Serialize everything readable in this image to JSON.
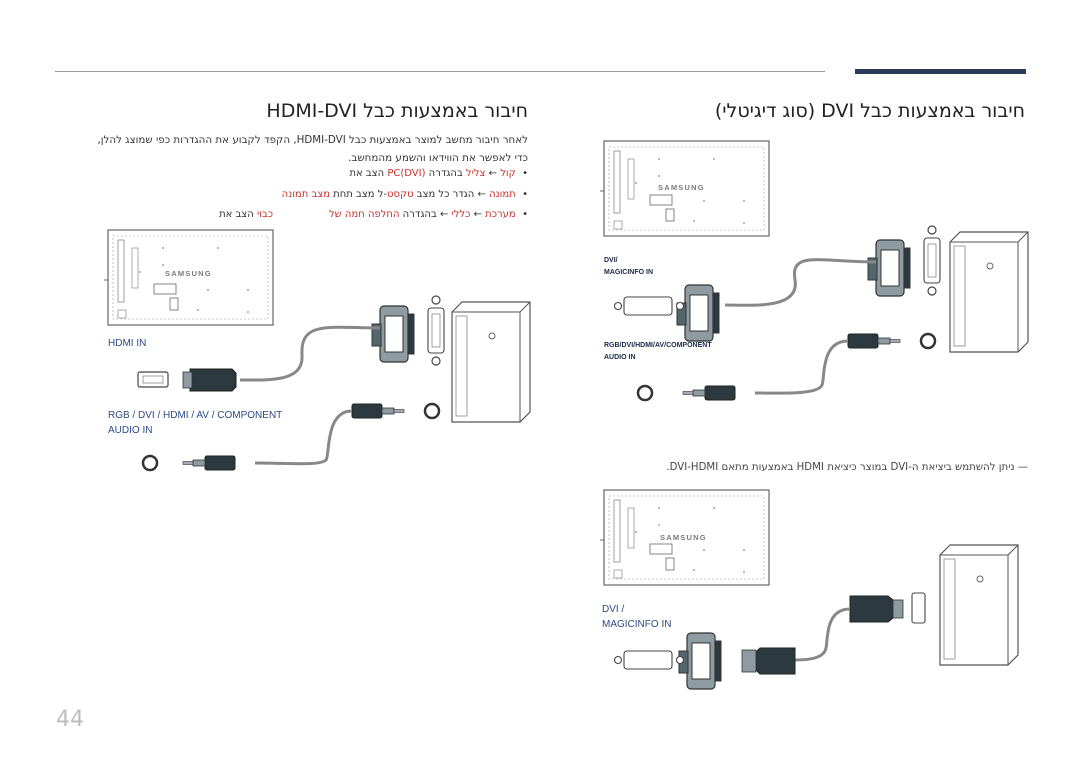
{
  "page": {
    "number": "44"
  },
  "sections": {
    "dvi": {
      "title": "חיבור באמצעות כבל DVI (סוג דיגיטלי)"
    },
    "hdmi_dvi": {
      "title": "חיבור באמצעות כבל HDMI-DVI"
    }
  },
  "intro": {
    "text": "לאחר חיבור מחשב למוצר באמצעות כבל HDMI-DVI, הקפד לקבוע את ההגדרות כפי שמוצג להלן, כדי לאפשר את הווידאו והשמע מהמחשב."
  },
  "bullets": [
    {
      "red": "קול",
      "arrow": " ← ",
      "red2": "צליל",
      "rest": " בהגדרה ",
      "red3": "PC(DVI)",
      "rest2": " הצב את"
    },
    {
      "red": "תמונה",
      "arrow": " ← ",
      "rest": "הגדר כל מצב ",
      "red2": "טקסט",
      "rest2": "-ל מצב תחת ",
      "red3": "מצב תמונה"
    },
    {
      "red": "מערכת",
      "arrow": " ← ",
      "red2": "כללי",
      "arrow2": " ← ",
      "rest": "בהגדרה ",
      "red3": "החלפה חמה של",
      "tail_red": "כבוי",
      "tail": " הצב את"
    }
  ],
  "note": {
    "text": "ניתן להשתמש ביציאת ה-DVI במוצר כיציאת HDMI באמצעות מתאם DVI-HDMI."
  },
  "labels": {
    "hdmi_in": "HDMI IN",
    "rgb_audio_line1": "RGB / DVI / HDMI / AV / COMPONENT",
    "rgb_audio_line2": "AUDIO IN",
    "dvi_magicinfo_line1": "DVI /",
    "dvi_magicinfo_line2": "MAGICINFO IN",
    "small_tag_1": "DVI/",
    "small_tag_2": "MAGICINFO IN",
    "small_tag_3": "RGB/DVI/HDMI/AV/COMPONENT",
    "small_tag_4": "AUDIO IN"
  },
  "brand": {
    "monitor": "SAMSUNG"
  },
  "colors": {
    "accent_bar": "#2b3b5c",
    "setting_red": "#c8322b",
    "port_label": "#2b4a86"
  }
}
